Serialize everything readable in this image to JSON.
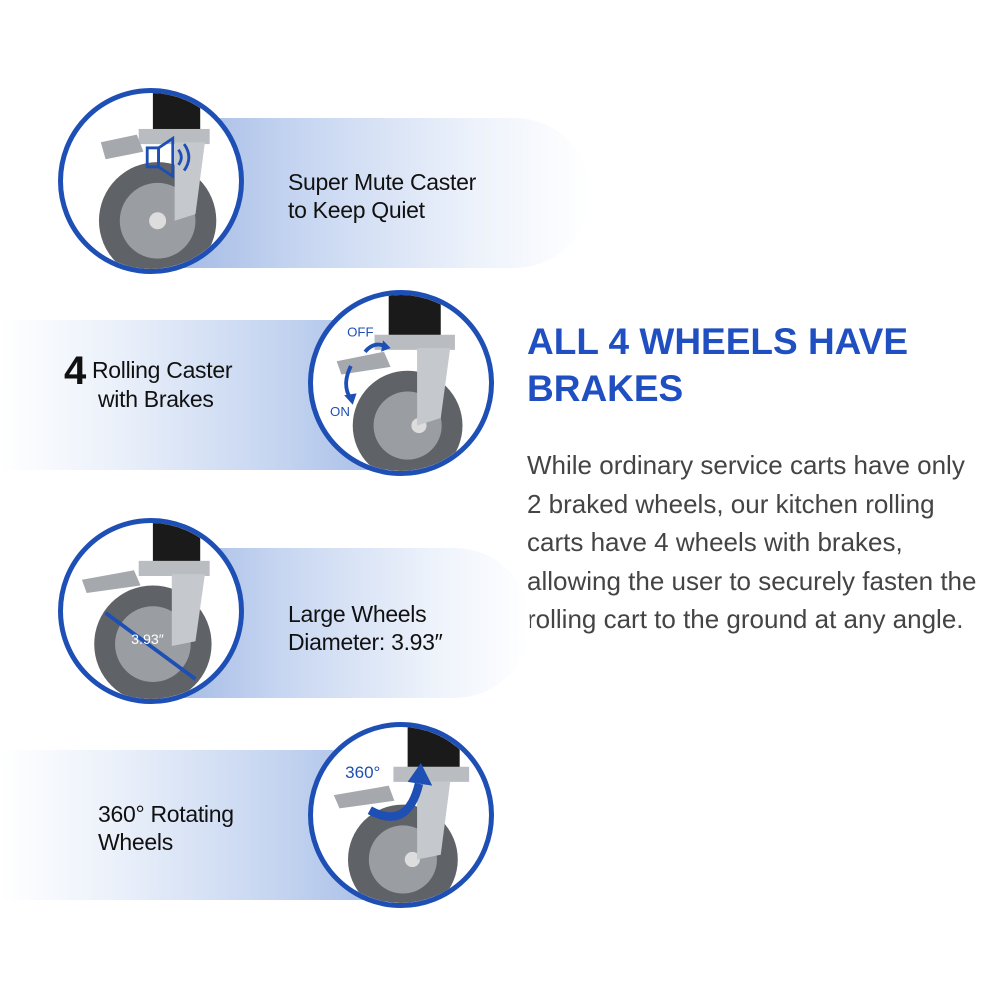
{
  "features": [
    {
      "lines": [
        "Super Mute Caster",
        "to Keep Quiet"
      ]
    },
    {
      "number": "4",
      "lines": [
        "Rolling Caster",
        "with Brakes"
      ]
    },
    {
      "lines": [
        "Large Wheels",
        "Diameter: 3.93″"
      ]
    },
    {
      "lines": [
        "360° Rotating",
        "Wheels"
      ]
    }
  ],
  "wheel_captions": {
    "off": "OFF",
    "on": "ON",
    "diameter": "3.93″",
    "rotation": "360°"
  },
  "headline": "ALL 4 WHEELS HAVE BRAKES",
  "description": "While ordinary service carts have only 2 braked wheels, our kitchen rolling carts have 4 wheels with brakes, allowing the user to securely fasten the rolling cart to the ground at any angle.",
  "colors": {
    "accent": "#1e4fb4",
    "headline": "#1f4fc0",
    "band": "#a3bae6"
  },
  "icons": [
    "speaker-icon",
    "brake-arrow-icon",
    "rotation-arrow-icon"
  ]
}
